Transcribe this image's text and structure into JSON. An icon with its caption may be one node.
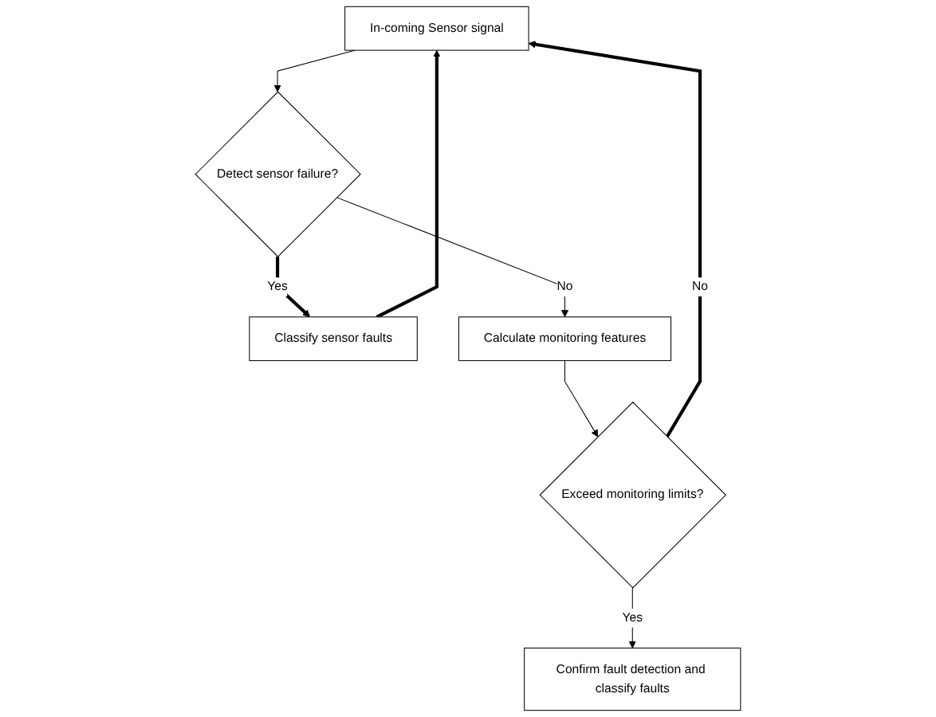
{
  "diagram": {
    "nodes": [
      {
        "text": [
          "In-coming Sensor signal"
        ]
      },
      {
        "text": [
          "Classify sensor faults"
        ]
      },
      {
        "text": [
          "Detect sensor failure?"
        ]
      },
      {
        "text": [
          "Calculate monitoring features"
        ]
      },
      {
        "text": [
          "Exceed monitoring limits?"
        ]
      },
      {
        "text": [
          "Confirm fault detection and classify faults"
        ]
      }
    ],
    "edges": [
      {
        "from": 0,
        "to": 2,
        "arrow": "to"
      },
      {
        "from": 2,
        "to": 1,
        "arrow": "to",
        "label": "Yes",
        "style": "thick"
      },
      {
        "from": 1,
        "to": 0,
        "arrow": "to",
        "style": "thick"
      },
      {
        "from": 2,
        "to": 3,
        "arrow": "to",
        "label": "No"
      },
      {
        "from": 3,
        "to": 4,
        "arrow": "to"
      },
      {
        "from": 4,
        "to": 0,
        "arrow": "to",
        "label": "No",
        "style": "thick"
      },
      {
        "from": 4,
        "to": 5,
        "arrow": "to",
        "label": "Yes"
      }
    ]
  }
}
